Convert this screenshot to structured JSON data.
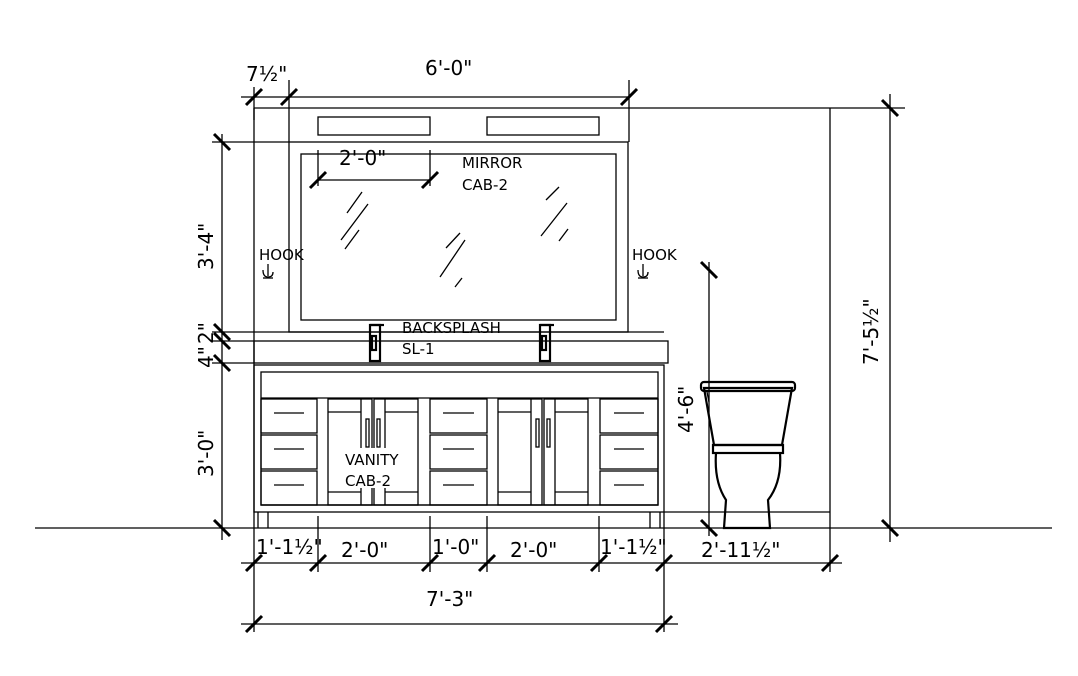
{
  "drawing": {
    "labels": {
      "mirror": "MIRROR",
      "mirror_code": "CAB-2",
      "backsplash": "BACKSPLASH",
      "backsplash_code": "SL-1",
      "vanity": "VANITY",
      "vanity_code": "CAB-2",
      "hook_left": "HOOK",
      "hook_right": "HOOK"
    },
    "dimensions": {
      "left_offset": "7½\"",
      "mirror_width": "6'-0\"",
      "mirror_section": "2'-0\"",
      "mirror_height": "3'-4\"",
      "backsplash_height": "2\"",
      "counter_thickness": "4\"",
      "vanity_height": "3'-0\"",
      "toilet_height": "4'-6\"",
      "total_height": "7'-5½\"",
      "seg_1": "1'-1½\"",
      "seg_2": "2'-0\"",
      "seg_3": "1'-0\"",
      "seg_4": "2'-0\"",
      "seg_5": "1'-1½\"",
      "seg_6": "2'-11½\"",
      "vanity_width": "7'-3\""
    }
  }
}
